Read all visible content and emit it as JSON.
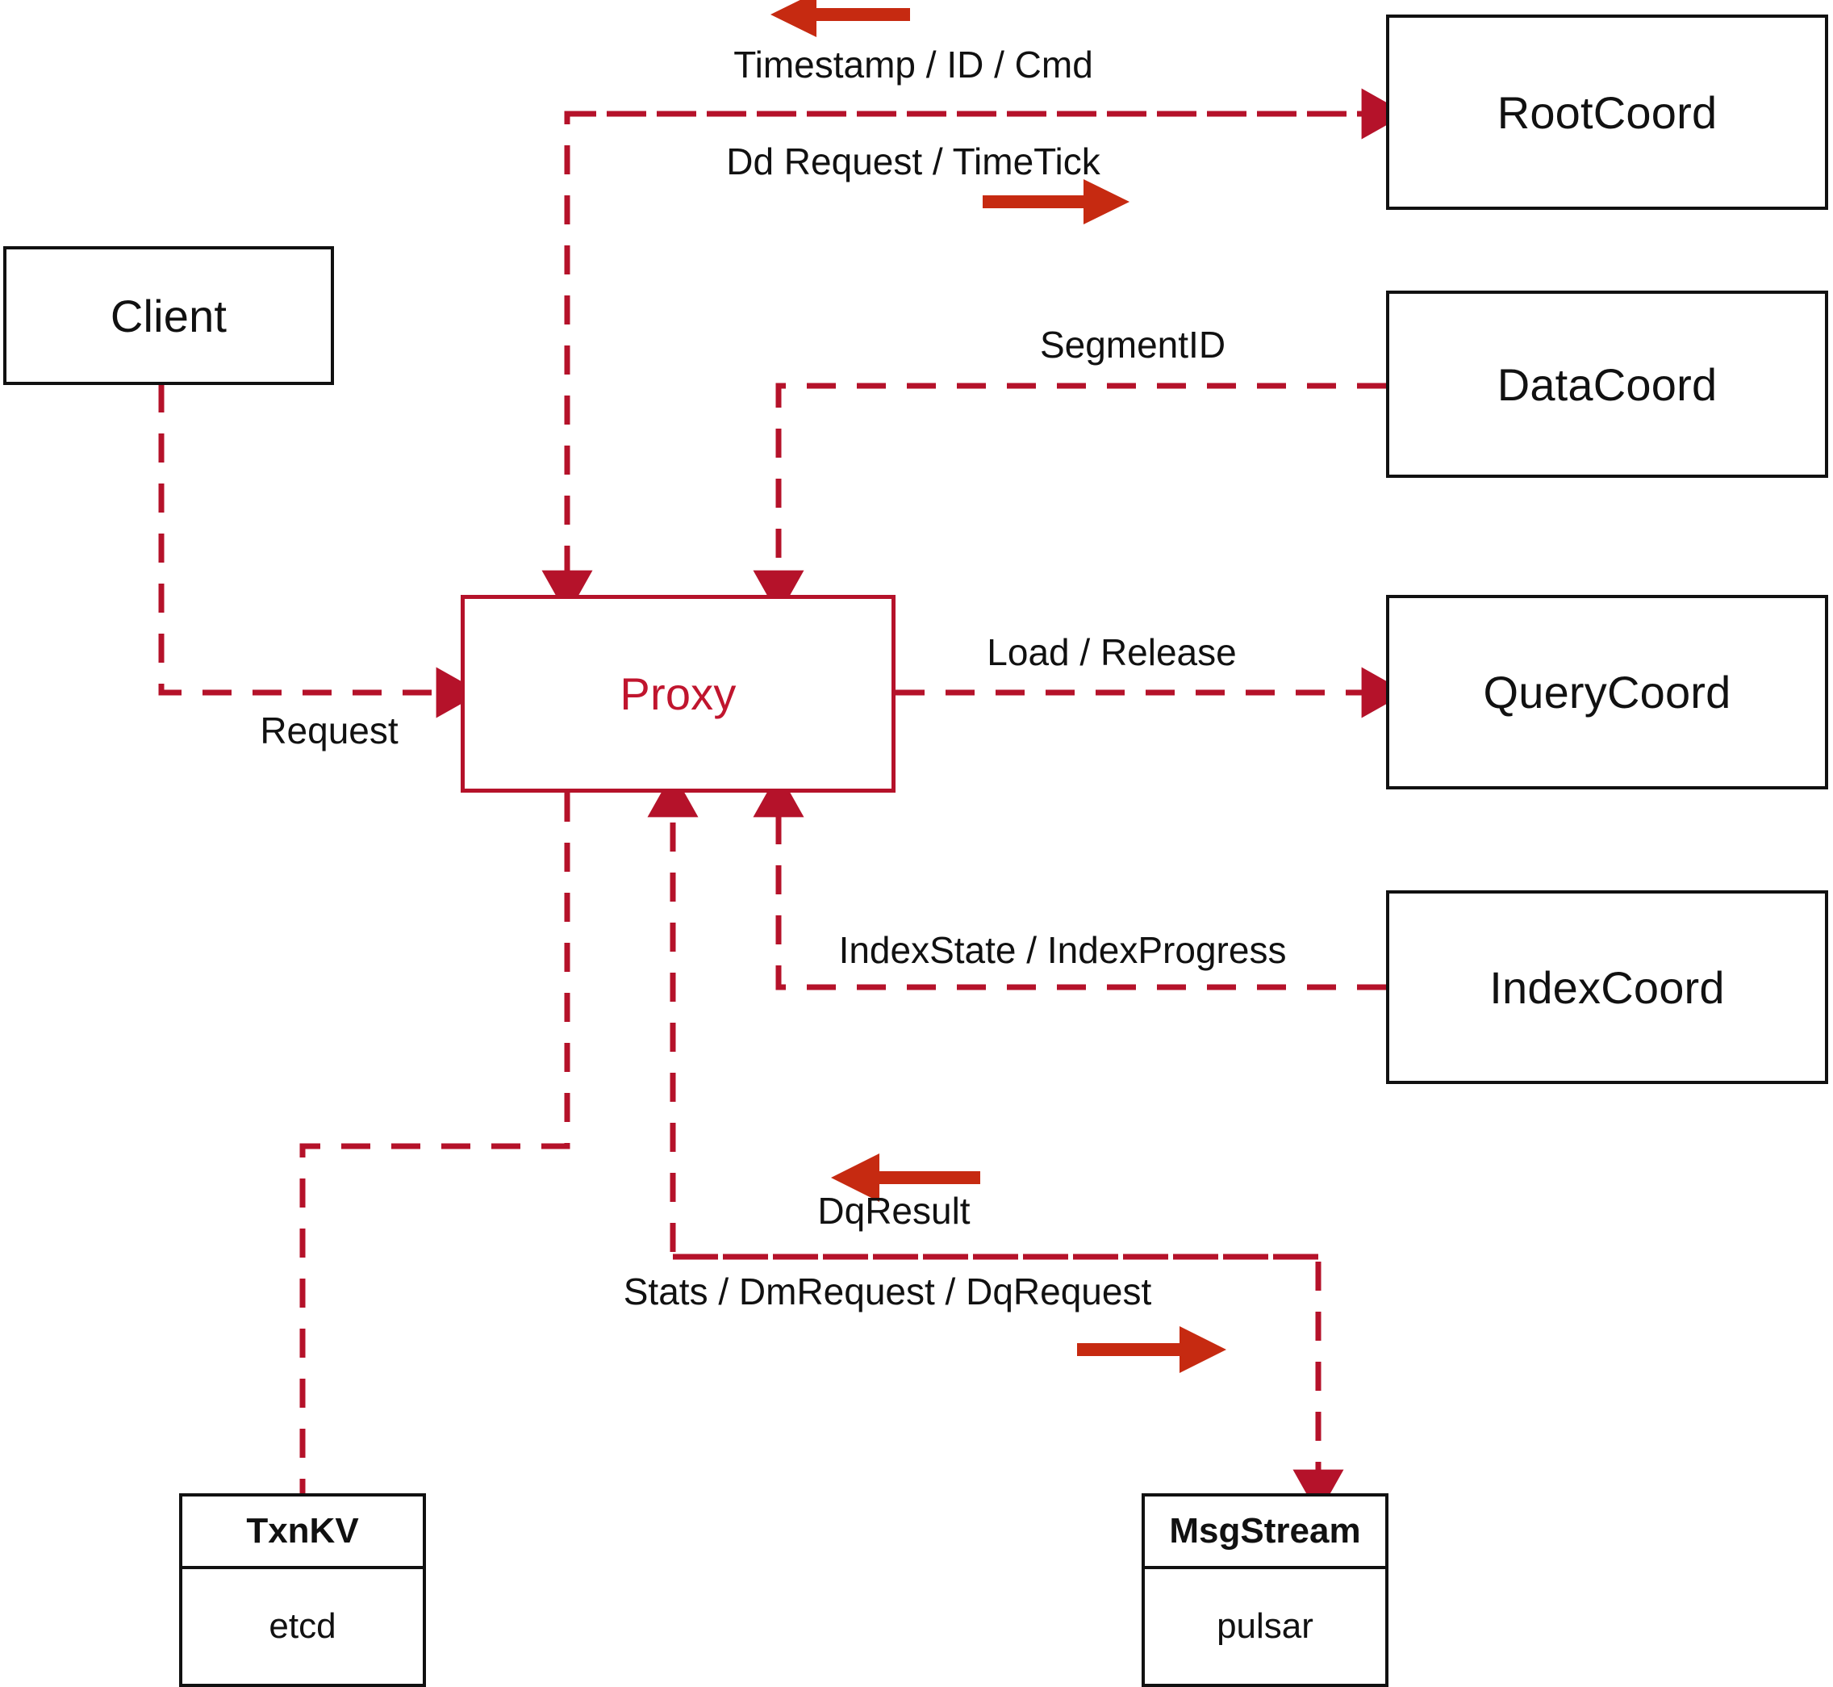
{
  "diagram": {
    "title": "Milvus Proxy interaction diagram",
    "colors": {
      "node_stroke": "#111111",
      "proxy_stroke": "#b5122a",
      "proxy_text": "#c0152e",
      "edge_dashed": "#b5122a",
      "direction_arrow": "#c62a11",
      "background": "#ffffff"
    },
    "nodes": [
      {
        "id": "client",
        "label": "Client",
        "kind": "plain"
      },
      {
        "id": "proxy",
        "label": "Proxy",
        "kind": "proxy"
      },
      {
        "id": "rootcoord",
        "label": "RootCoord",
        "kind": "plain"
      },
      {
        "id": "datacoord",
        "label": "DataCoord",
        "kind": "plain"
      },
      {
        "id": "querycoord",
        "label": "QueryCoord",
        "kind": "plain"
      },
      {
        "id": "indexcoord",
        "label": "IndexCoord",
        "kind": "plain"
      },
      {
        "id": "txnkv",
        "label": "TxnKV",
        "sublabel": "etcd",
        "kind": "stacked"
      },
      {
        "id": "msgstream",
        "label": "MsgStream",
        "sublabel": "pulsar",
        "kind": "stacked"
      }
    ],
    "edge_labels": [
      {
        "id": "timestamp-id-cmd",
        "text": "Timestamp / ID / Cmd",
        "from": "rootcoord",
        "to": "proxy"
      },
      {
        "id": "dd-request-timetick",
        "text": "Dd Request / TimeTick",
        "from": "proxy",
        "to": "rootcoord"
      },
      {
        "id": "segmentid",
        "text": "SegmentID",
        "from": "datacoord",
        "to": "proxy"
      },
      {
        "id": "request",
        "text": "Request",
        "from": "client",
        "to": "proxy"
      },
      {
        "id": "load-release",
        "text": "Load / Release",
        "from": "proxy",
        "to": "querycoord"
      },
      {
        "id": "indexstate",
        "text": "IndexState / IndexProgress",
        "from": "indexcoord",
        "to": "proxy"
      },
      {
        "id": "dqresult",
        "text": "DqResult",
        "from": "msgstream",
        "to": "proxy"
      },
      {
        "id": "stats-dm-dq",
        "text": "Stats / DmRequest / DqRequest",
        "from": "proxy",
        "to": "msgstream"
      }
    ],
    "direction_arrows": [
      {
        "id": "timestamp-direction-arrow",
        "direction": "left"
      },
      {
        "id": "ddrequest-direction-arrow",
        "direction": "right"
      },
      {
        "id": "dqresult-direction-arrow",
        "direction": "left"
      },
      {
        "id": "stats-direction-arrow",
        "direction": "right"
      }
    ]
  }
}
